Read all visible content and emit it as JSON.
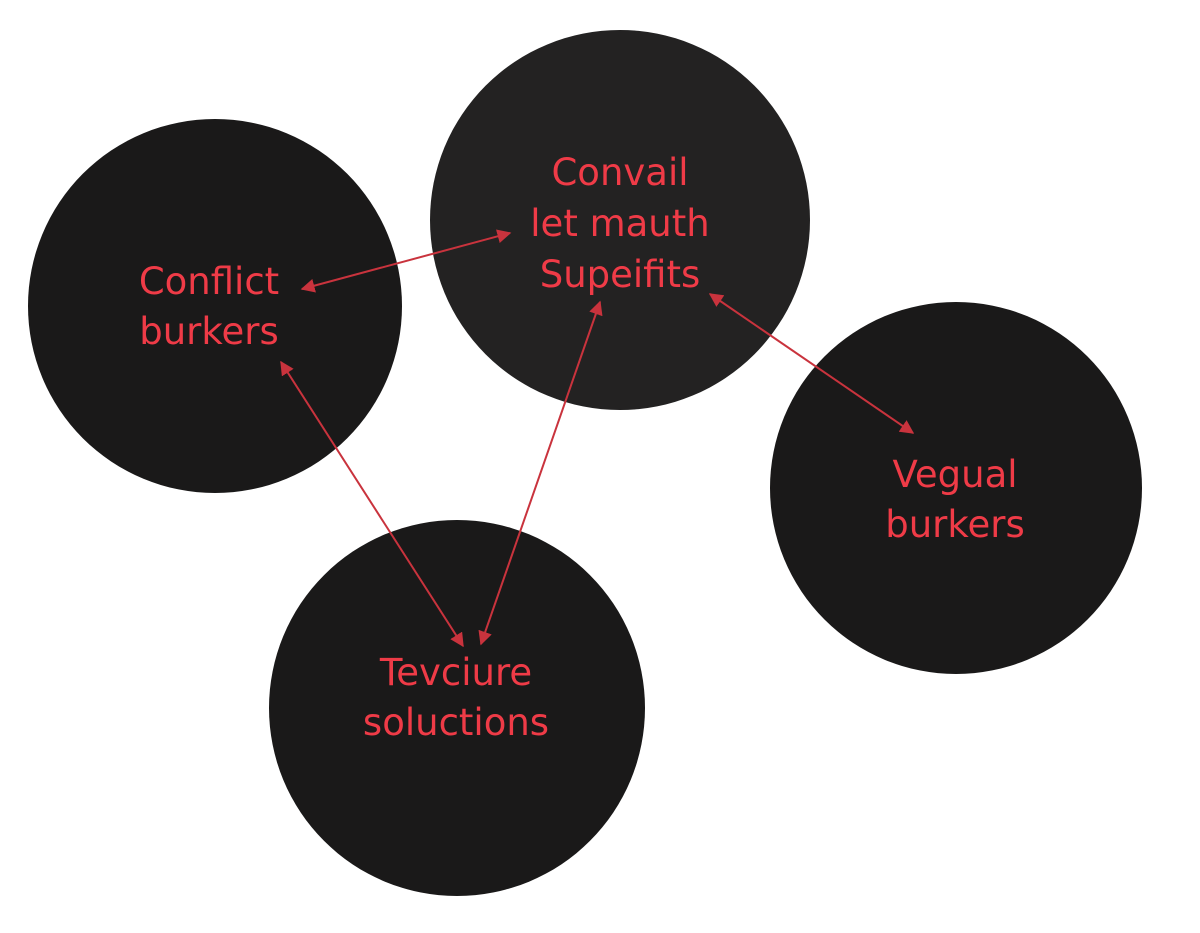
{
  "colors": {
    "background": "#ffffff",
    "node_fill": "#1a1919",
    "node_fill_top": "#232222",
    "label": "#ef3b47",
    "connector": "#c9333d"
  },
  "nodes": {
    "conflict": {
      "line1": "Conflict",
      "line2": "burkers"
    },
    "convail": {
      "line1": "Convail",
      "line2": "let mauth",
      "line3": "Supeifits"
    },
    "vegual": {
      "line1": "Vegual",
      "line2": "burkers"
    },
    "tevciure": {
      "line1": "Tevciure",
      "line2": "soluctions"
    }
  },
  "connections": [
    {
      "from": "conflict",
      "to": "convail",
      "style": "double-arrow"
    },
    {
      "from": "convail",
      "to": "vegual",
      "style": "double-arrow"
    },
    {
      "from": "conflict",
      "to": "tevciure",
      "style": "double-arrow"
    },
    {
      "from": "convail",
      "to": "tevciure",
      "style": "double-arrow"
    }
  ]
}
